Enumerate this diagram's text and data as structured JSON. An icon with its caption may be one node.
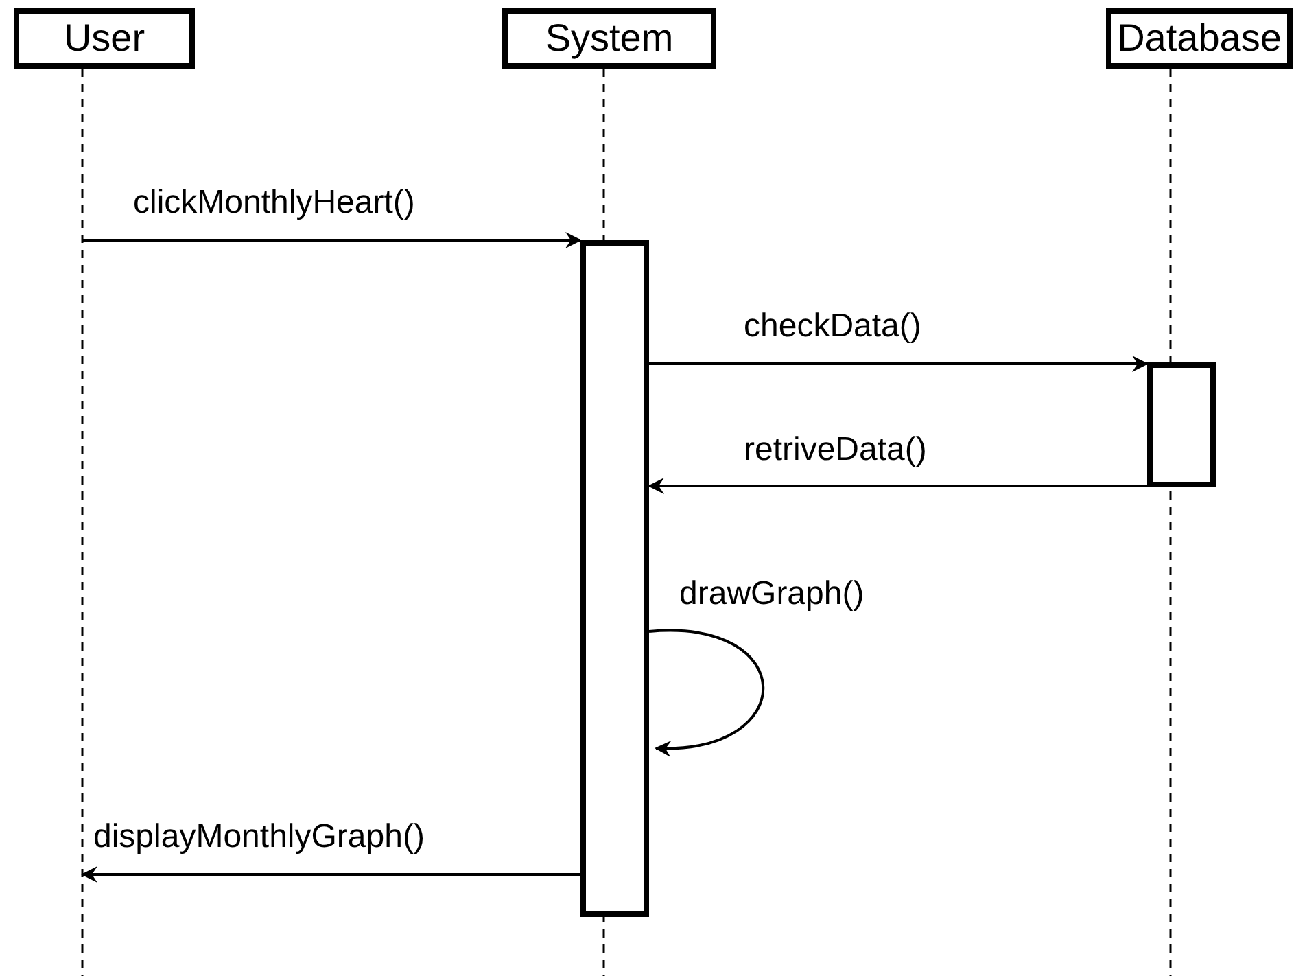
{
  "diagram": {
    "nodes": [
      {
        "text": [
          "User"
        ]
      },
      {
        "text": [
          "System"
        ]
      },
      {
        "text": [
          "Database"
        ]
      },
      {
        "text": [],
        "shape": "box",
        "in": 1
      },
      {
        "text": [],
        "shape": "box",
        "in": 2
      }
    ],
    "edges": [
      {
        "from": 0,
        "to": 3,
        "arrow": "to",
        "label": "clickMonthlyHeart()"
      },
      {
        "from": 3,
        "to": 4,
        "arrow": "to",
        "label": "checkData()"
      },
      {
        "from": 4,
        "to": 3,
        "arrow": "to",
        "label": "retriveData()"
      },
      {
        "from": 3,
        "to": 3,
        "arrow": "to",
        "label": "drawGraph()"
      },
      {
        "from": 3,
        "to": 0,
        "arrow": "to",
        "label": "displayMonthlyGraph()"
      }
    ]
  }
}
